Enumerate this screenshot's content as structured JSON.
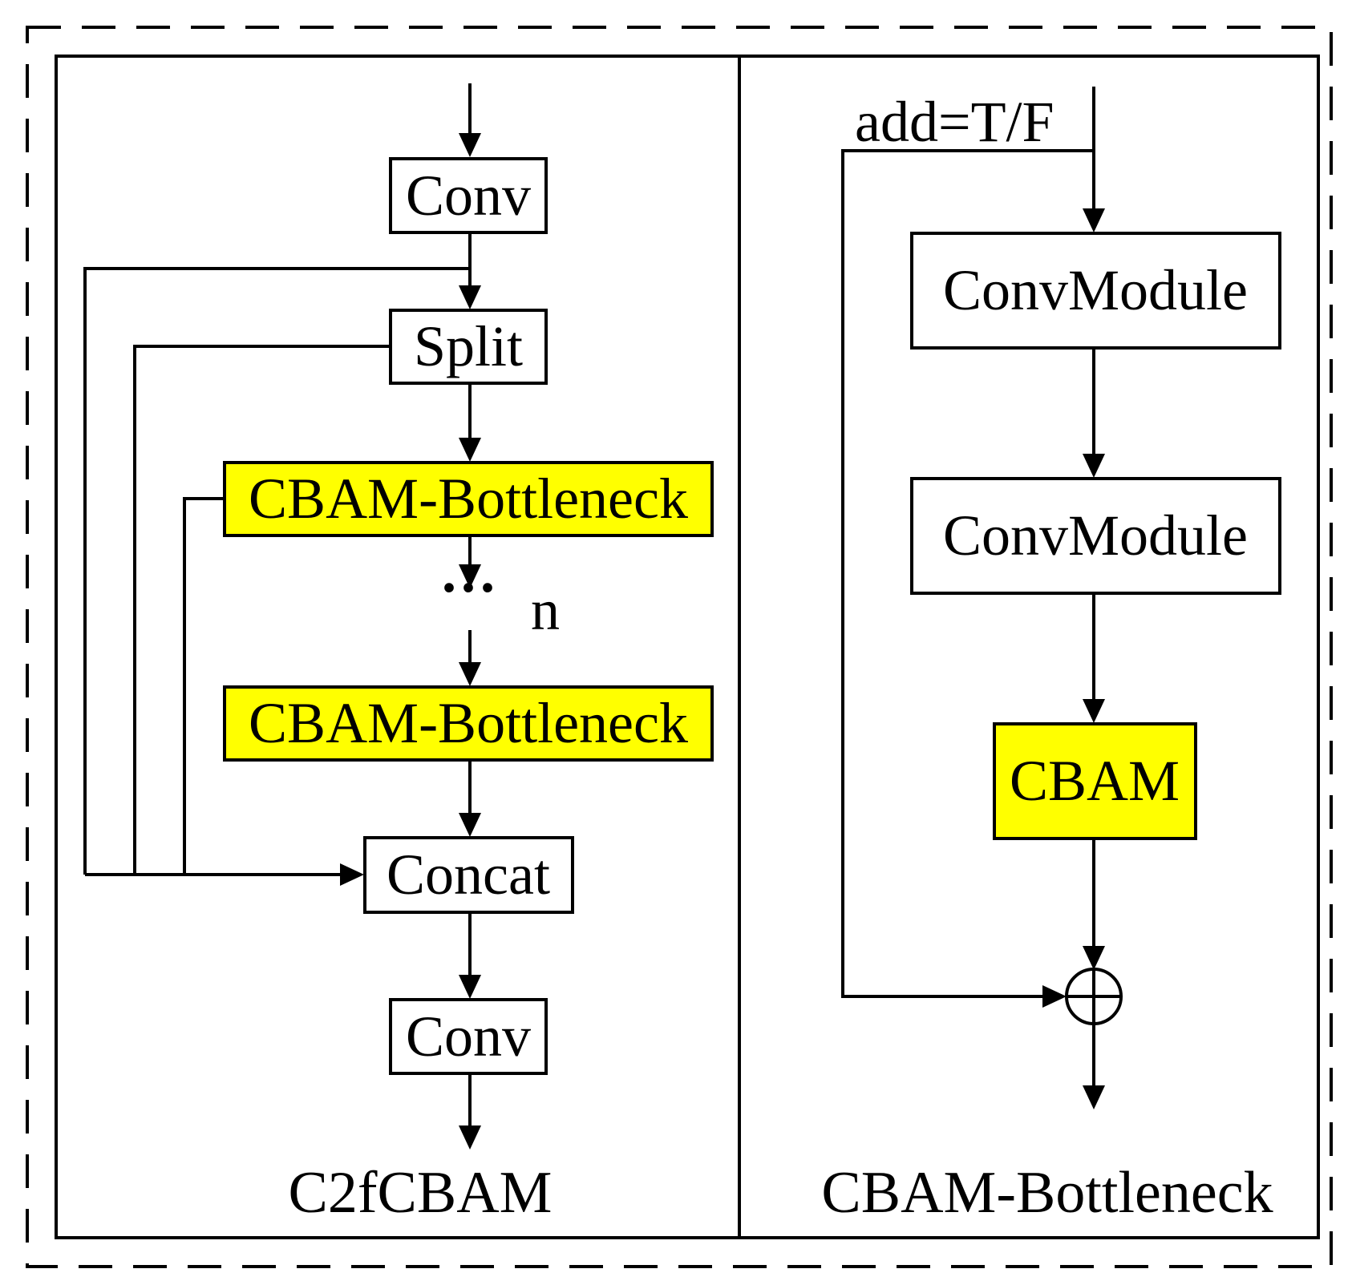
{
  "colors": {
    "highlight": "#ffff00",
    "stroke": "#000000",
    "background": "#ffffff"
  },
  "left_panel": {
    "caption": "C2fCBAM",
    "conv_top": "Conv",
    "split": "Split",
    "bottleneck_1": "CBAM-Bottleneck",
    "repeat_dots": "···",
    "repeat_n": "n",
    "bottleneck_2": "CBAM-Bottleneck",
    "concat": "Concat",
    "conv_bottom": "Conv"
  },
  "right_panel": {
    "caption": "CBAM-Bottleneck",
    "shortcut_label": "add=T/F",
    "convmodule_1": "ConvModule",
    "convmodule_2": "ConvModule",
    "cbam": "CBAM",
    "add_symbol": "plus-circle-icon"
  }
}
